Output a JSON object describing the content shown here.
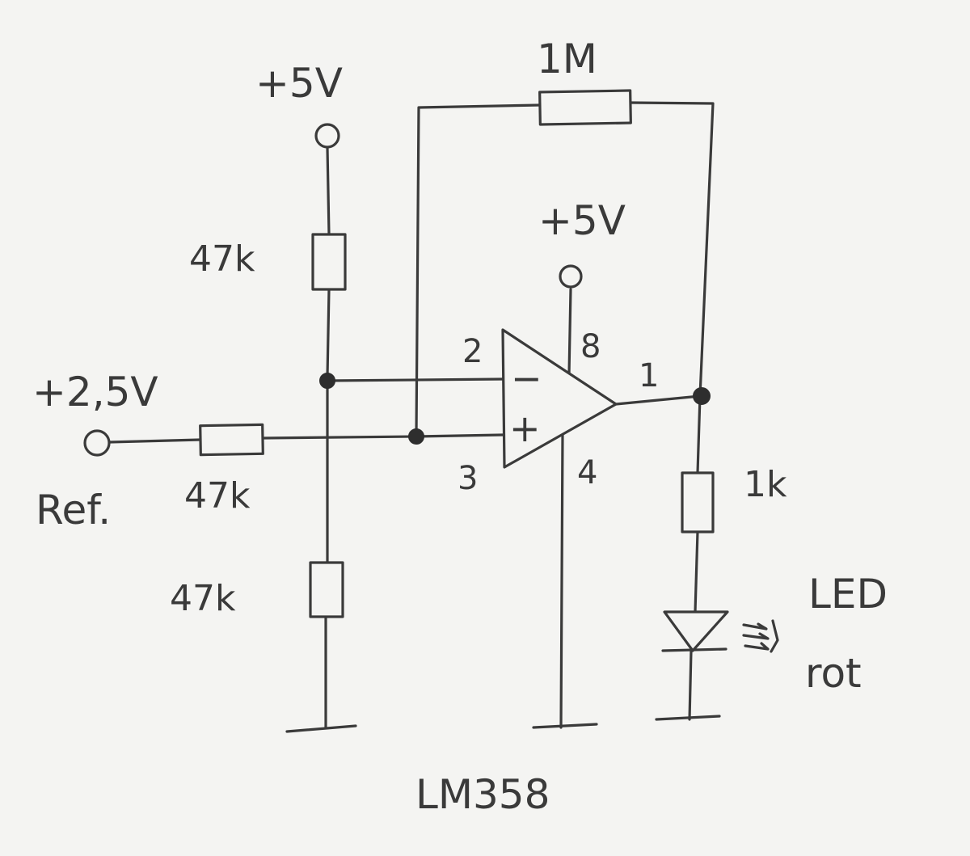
{
  "labels": {
    "supply_top": "+5V",
    "supply_opamp": "+5V",
    "feedback_res": "1M",
    "res_upper": "47k",
    "res_ref": "47k",
    "res_lower": "47k",
    "res_led": "1k",
    "ref_voltage": "+2,5V",
    "ref_name": "Ref.",
    "pin_inv": "2",
    "pin_noninv": "3",
    "pin_vcc": "8",
    "pin_gnd": "4",
    "pin_out": "1",
    "sign_minus": "−",
    "sign_plus": "+",
    "led_line1": "LED",
    "led_line2": "rot",
    "ic_name": "LM358"
  },
  "colors": {
    "ink": "#3a3a3a",
    "paper": "#f4f4f2"
  }
}
